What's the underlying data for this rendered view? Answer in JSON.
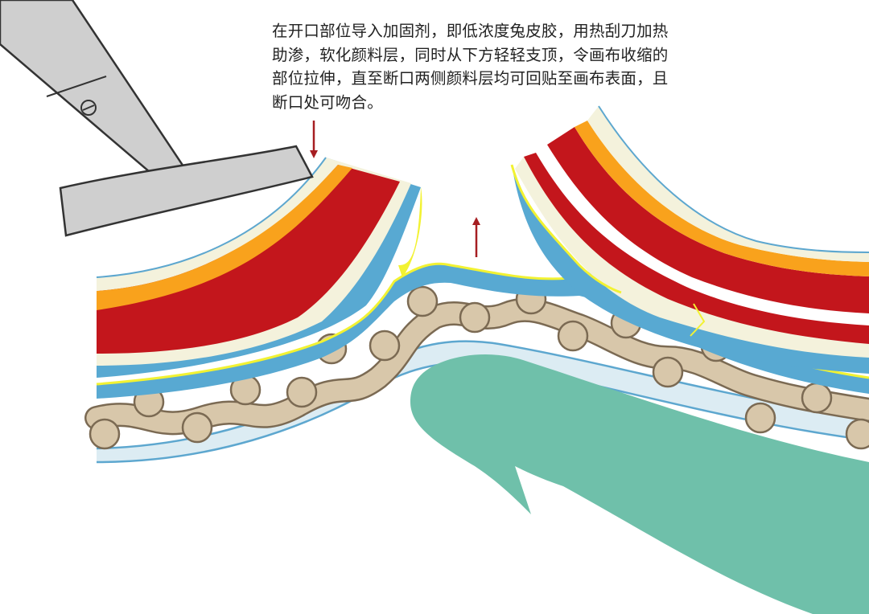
{
  "caption": {
    "lines": [
      "在开口部位导入加固剂，即低浓度兔皮胶，用热刮刀加热",
      "助渗，软化颜料层，同时从下方轻轻支顶，令画布收缩的",
      "部位拉伸，直至断口两侧颜料层均可回贴至画布表面，且",
      "断口处可吻合。"
    ]
  },
  "colors": {
    "varnish": "#f4f2dc",
    "orange_paint": "#f9a21c",
    "red_paint": "#c3161c",
    "white_ground": "#f4f2dc",
    "blue_size": "#58a9d2",
    "yellow_adhesive": "#f2f232",
    "canvas_thread": "#d8c7aa",
    "thread_outline": "#7b6a53",
    "lining": "#dcecf3",
    "lining_outline": "#5da7cf",
    "finger": "#6fc0aa",
    "finger_outline": "#2d7a68",
    "spatula_metal": "#cfcfcf",
    "spatula_outline": "#333333",
    "arrow": "#a61e22"
  },
  "icons": {
    "spatula": "heated-spatula-icon",
    "finger": "supporting-finger-icon",
    "arrow_down": "arrow-down-icon",
    "arrow_up": "arrow-up-icon"
  }
}
